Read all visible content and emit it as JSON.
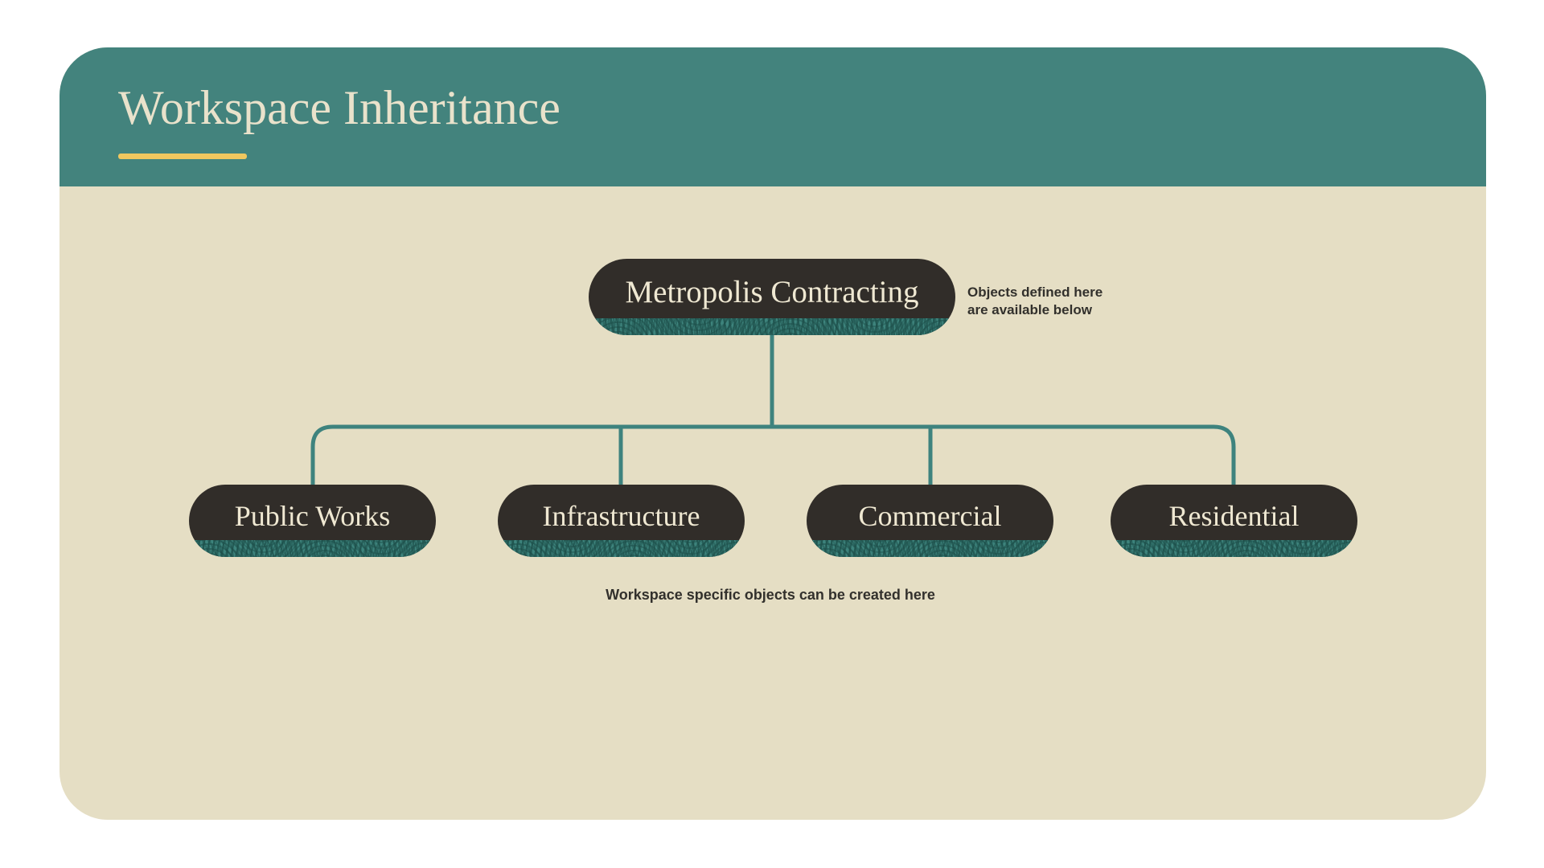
{
  "slide": {
    "title": "Workspace Inheritance"
  },
  "diagram": {
    "root": {
      "label": "Metropolis Contracting",
      "annotation": "Objects defined here\nare available below"
    },
    "children": [
      {
        "label": "Public Works"
      },
      {
        "label": "Infrastructure"
      },
      {
        "label": "Commercial"
      },
      {
        "label": "Residential"
      }
    ],
    "children_annotation": "Workspace specific objects can be created here"
  },
  "colors": {
    "page_background": "#FFFFFF",
    "header_background": "#43837D",
    "body_background": "#E5DEC4",
    "title_text": "#E9E2CB",
    "accent_gold": "#F0C75F",
    "node_background": "#312D29",
    "node_text": "#EFE8D2",
    "connector_teal": "#3E837E",
    "texture_teal": "#3D837C",
    "annotation_text": "#32302C"
  }
}
